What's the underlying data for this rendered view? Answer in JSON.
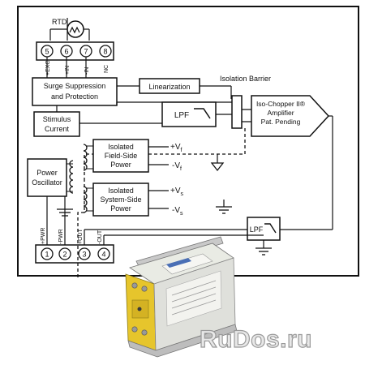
{
  "rtd_label": "RTD",
  "top_pins": [
    {
      "num": "5",
      "label": "+EXC"
    },
    {
      "num": "6",
      "label": "+IN"
    },
    {
      "num": "7",
      "label": "-IN"
    },
    {
      "num": "8",
      "label": "NC"
    }
  ],
  "bottom_pins": [
    {
      "num": "1",
      "label": "+PWR"
    },
    {
      "num": "2",
      "label": "-PWR"
    },
    {
      "num": "3",
      "label": "+OUT"
    },
    {
      "num": "4",
      "label": "-OUT"
    }
  ],
  "blocks": {
    "surge_line1": "Surge Suppression",
    "surge_line2": "and Protection",
    "stimulus_line1": "Stimulus",
    "stimulus_line2": "Current",
    "linearization": "Linearization",
    "isolation_barrier": "Isolation Barrier",
    "lpf": "LPF",
    "lpf_out": "LPF",
    "field_line1": "Isolated",
    "field_line2": "Field-Side",
    "field_line3": "Power",
    "system_line1": "Isolated",
    "system_line2": "System-Side",
    "system_line3": "Power",
    "power_osc_line1": "Power",
    "power_osc_line2": "Oscillator",
    "amp_line1": "Iso-Chopper II®",
    "amp_line2": "Amplifier",
    "amp_line3": "Pat. Pending"
  },
  "rails": {
    "vf_plus": "+V",
    "vf_minus": "-V",
    "vs_plus": "+V",
    "vs_minus": "-V",
    "sub_f": "f",
    "sub_s": "s"
  },
  "watermark": "RuDos.ru"
}
